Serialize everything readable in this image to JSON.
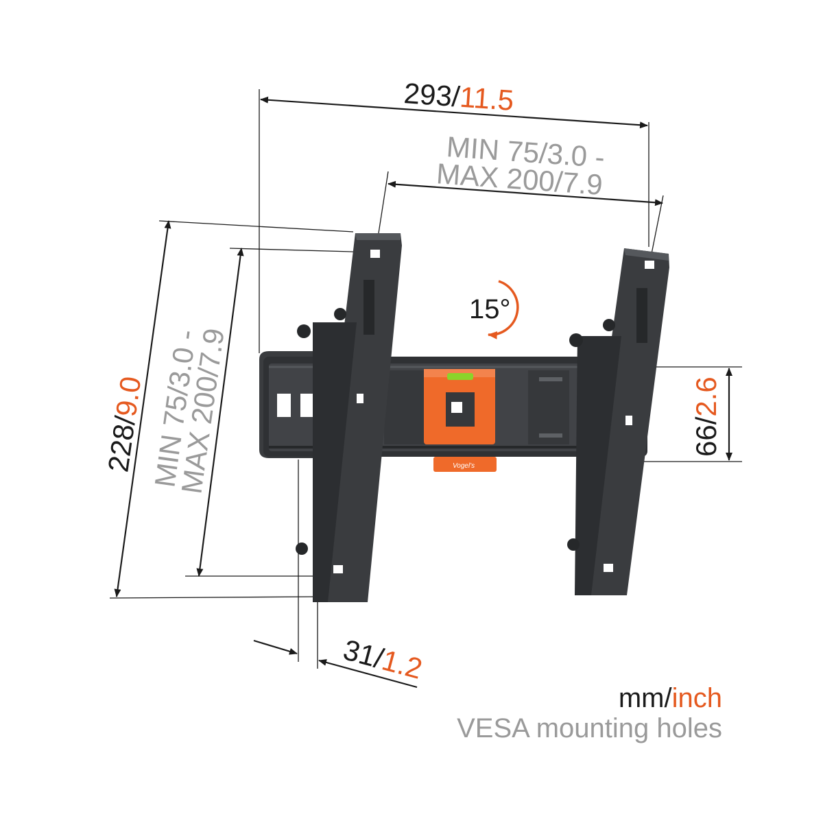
{
  "colors": {
    "dimension_metric": "#1a1a1a",
    "dimension_imperial": "#e5591f",
    "vesa_text": "#9a9a9a",
    "bracket": "#3a3c3f",
    "level_block": "#ef6a2a"
  },
  "dimensions": {
    "width_total": {
      "mm": "293",
      "sep": "/",
      "inch": "11.5"
    },
    "vesa_horizontal": {
      "line1_mm": "MIN 75/",
      "line1_inch": "3.0 -",
      "line2_mm": "MAX 200/",
      "line2_inch": "7.9"
    },
    "height_total": {
      "mm": "228",
      "sep": "/",
      "inch": "9.0"
    },
    "vesa_vertical": {
      "line1_mm": "MIN 75/",
      "line1_inch": "3.0 -",
      "line2_mm": "MAX 200/",
      "line2_inch": "7.9"
    },
    "rail_height": {
      "mm": "66",
      "sep": "/",
      "inch": "2.6"
    },
    "depth": {
      "mm": "31",
      "sep": "/",
      "inch": "1.2"
    },
    "tilt": {
      "label": "15°"
    }
  },
  "legend": {
    "units_mm": "mm",
    "units_sep": "/",
    "units_inch": "inch",
    "vesa_caption": "VESA mounting holes"
  },
  "product": {
    "logo_text": "Vogel's"
  }
}
